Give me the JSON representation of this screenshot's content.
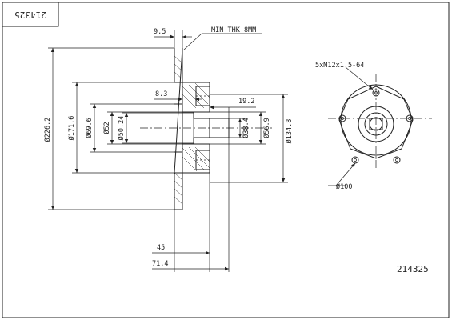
{
  "drawing": {
    "corner_code": "214325",
    "part_number": "214325",
    "min_thickness_label": "MIN THK 8MM",
    "bolt_label": "5xM12x1.5-64",
    "dims": {
      "d_outer": "Ø226.2",
      "d_hat": "Ø171.6",
      "d_bore1": "Ø69.6",
      "d_bore2": "Ø52",
      "d_bore3": "Ø50.24",
      "d_inner": "Ø38.4",
      "d_56": "Ø56.9",
      "d_134": "Ø134.8",
      "thk": "9.5",
      "d_8_3": "8.3",
      "d_19_2": "19.2",
      "d_45": "45",
      "d_71_4": "71.4",
      "pcd": "Ø100"
    }
  }
}
